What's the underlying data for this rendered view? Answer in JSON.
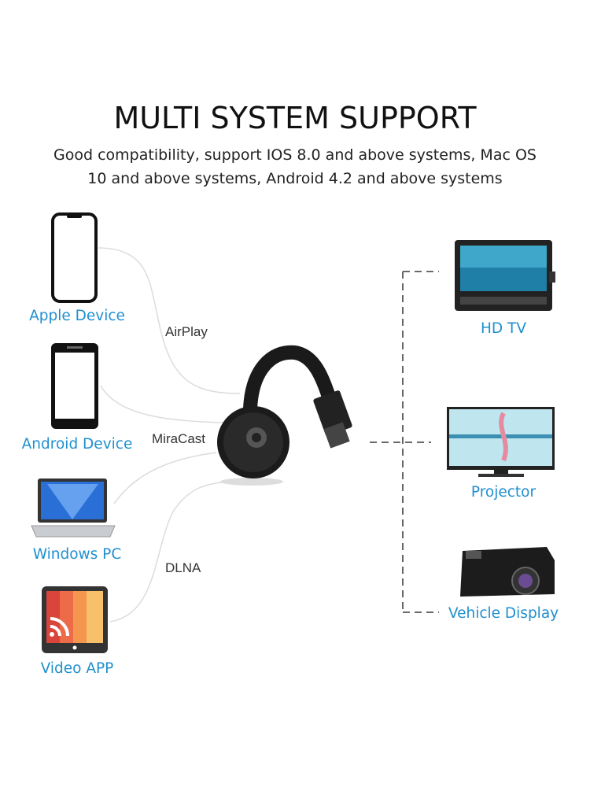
{
  "header": {
    "title": "MULTI SYSTEM SUPPORT",
    "subtitle_line1": "Good compatibility, support IOS 8.0 and above systems, Mac OS",
    "subtitle_line2": "10 and above systems, Android 4.2 and above systems"
  },
  "sources": [
    {
      "label": "Apple Device",
      "icon": "iphone-icon"
    },
    {
      "label": "Android Device",
      "icon": "android-phone-icon"
    },
    {
      "label": "Windows PC",
      "icon": "laptop-icon"
    },
    {
      "label": "Video APP",
      "icon": "video-app-cast-icon"
    }
  ],
  "protocols": [
    "AirPlay",
    "MiraCast",
    "DLNA"
  ],
  "outputs": [
    {
      "label": "HD TV",
      "icon": "monitor-icon"
    },
    {
      "label": "Projector",
      "icon": "tv-icon"
    },
    {
      "label": "Vehicle Display",
      "icon": "projector-icon"
    }
  ],
  "colors": {
    "label_blue": "#1f8fcf",
    "text": "#111111",
    "line": "#d8d8d8",
    "dash": "#555555"
  }
}
